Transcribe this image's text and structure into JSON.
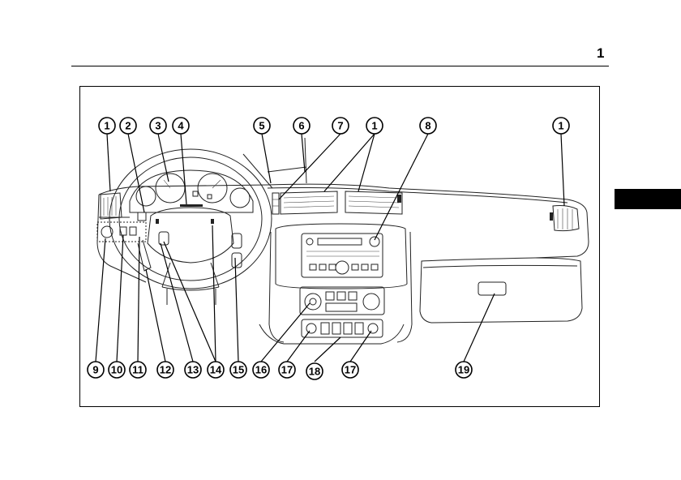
{
  "page": {
    "number": "1"
  },
  "figure": {
    "callouts": [
      {
        "label": "1"
      },
      {
        "label": "2"
      },
      {
        "label": "3"
      },
      {
        "label": "4"
      },
      {
        "label": "5"
      },
      {
        "label": "6"
      },
      {
        "label": "7"
      },
      {
        "label": "1"
      },
      {
        "label": "8"
      },
      {
        "label": "1"
      },
      {
        "label": "9"
      },
      {
        "label": "10"
      },
      {
        "label": "11"
      },
      {
        "label": "12"
      },
      {
        "label": "13"
      },
      {
        "label": "14"
      },
      {
        "label": "15"
      },
      {
        "label": "16"
      },
      {
        "label": "17"
      },
      {
        "label": "18"
      },
      {
        "label": "17"
      },
      {
        "label": "19"
      }
    ]
  }
}
